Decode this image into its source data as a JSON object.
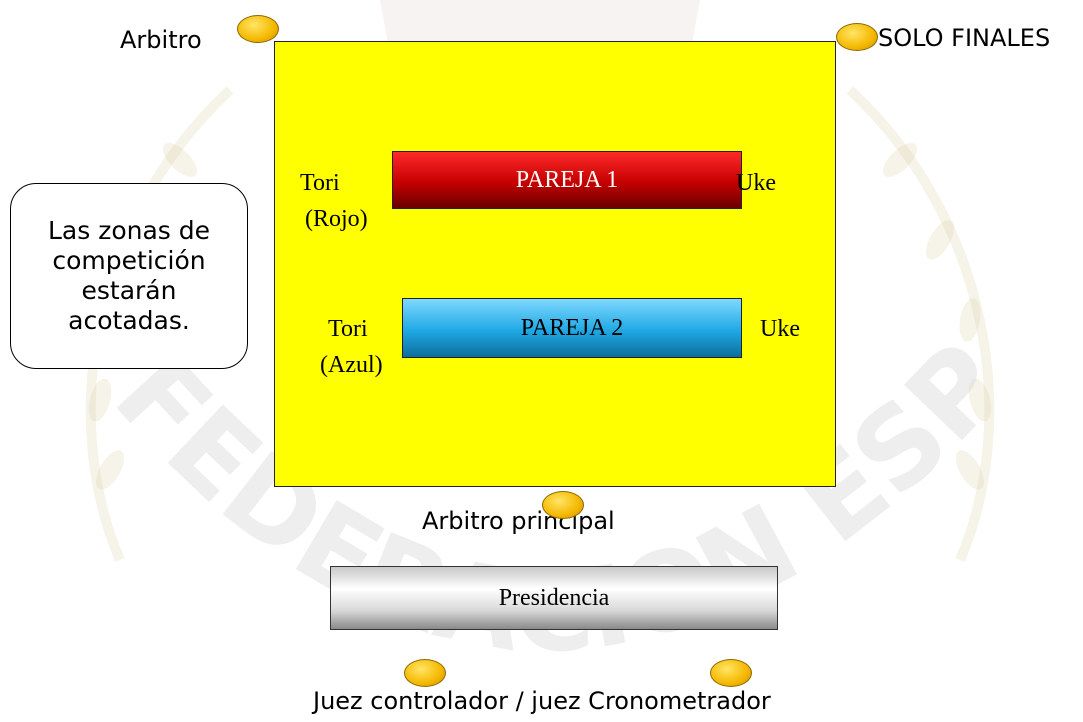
{
  "labels": {
    "arbitro": "Arbitro",
    "solo_finales": "SOLO FINALES",
    "arbitro_principal": "Arbitro principal",
    "presidencia": "Presidencia",
    "jueces": "Juez controlador / juez Cronometrador",
    "note": "Las zonas de competición estarán acotadas."
  },
  "pareja1": {
    "label": "PAREJA 1",
    "tori": "Tori",
    "tori_color": "(Rojo)",
    "uke": "Uke",
    "color": "#cc0000"
  },
  "pareja2": {
    "label": "PAREJA 2",
    "tori": "Tori",
    "tori_color": "(Azul)",
    "uke": "Uke",
    "color": "#1fa8e4"
  },
  "colors": {
    "mat": "#ffff00",
    "judge_marker": "#f5b800"
  },
  "watermark": {
    "text_bottom": "FEDERACION ESPAÑOLA DE L"
  }
}
